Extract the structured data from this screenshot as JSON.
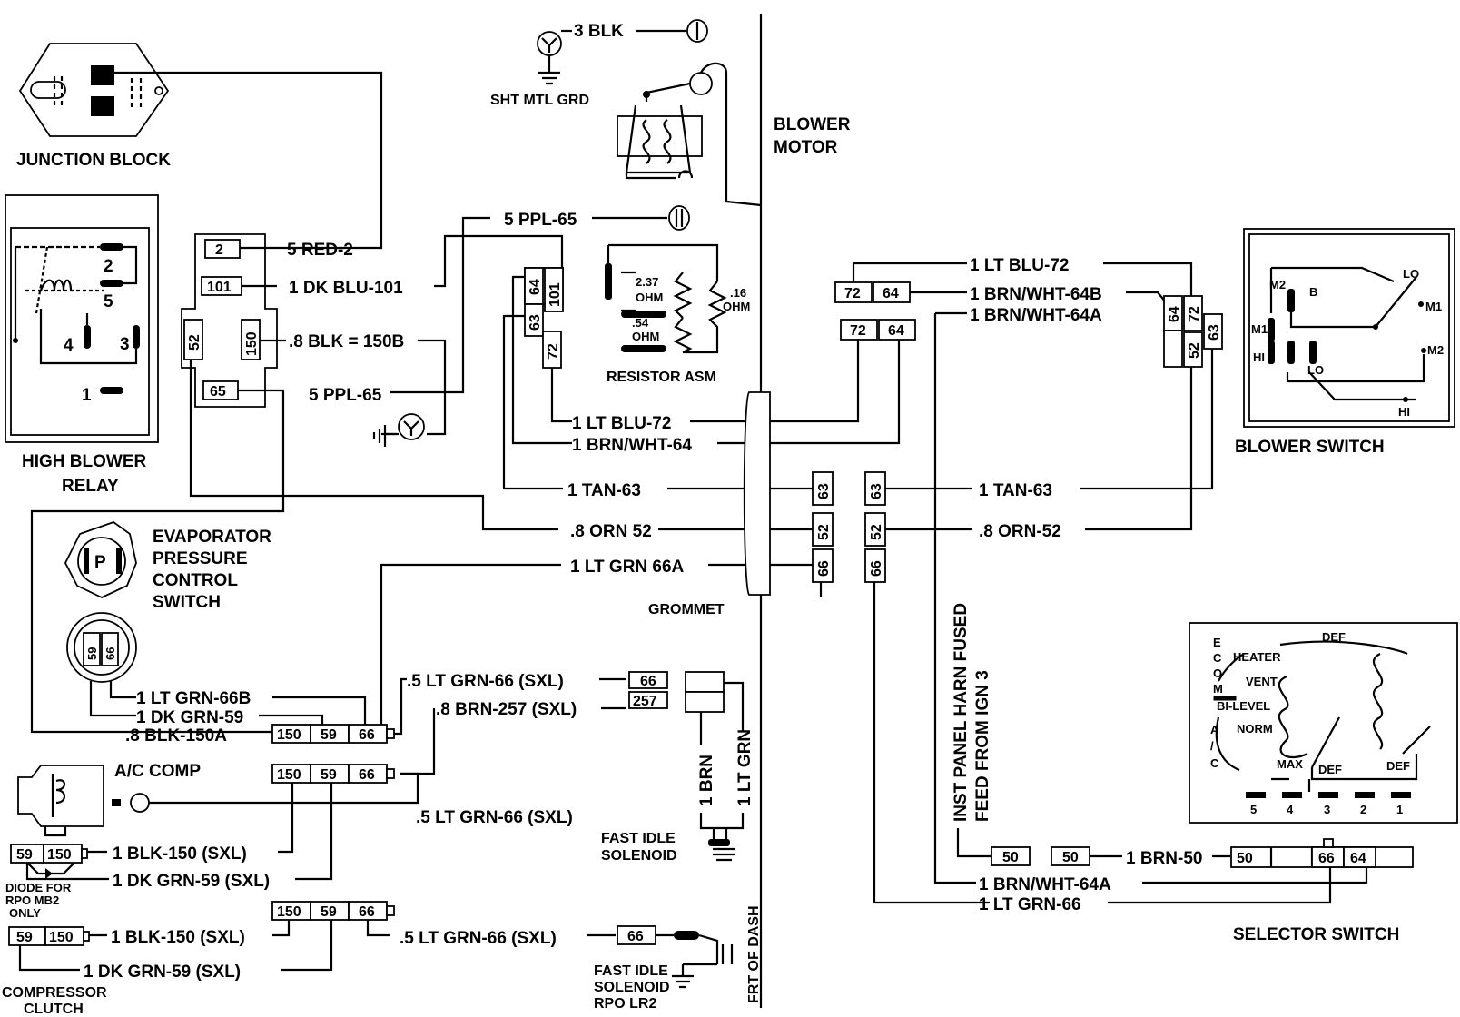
{
  "components": {
    "junction_block": "JUNCTION BLOCK",
    "high_blower_relay_1": "HIGH BLOWER",
    "high_blower_relay_2": "RELAY",
    "relay_pins": [
      "2",
      "5",
      "4",
      "3",
      "1"
    ],
    "sht_mtl_grd": "SHT MTL GRD",
    "blower_motor_1": "BLOWER",
    "blower_motor_2": "MOTOR",
    "resistor_asm": "RESISTOR ASM",
    "resistor_values": [
      "2.37",
      "OHM",
      ".54",
      "OHM",
      ".16",
      "OHM"
    ],
    "blower_switch": "BLOWER SWITCH",
    "blower_switch_labels": [
      "M2",
      "B",
      "LO",
      "M1",
      "M1",
      "HI",
      "LO",
      "M2",
      "HI"
    ],
    "evap_1": "EVAPORATOR",
    "evap_2": "PRESSURE",
    "evap_3": "CONTROL",
    "evap_4": "SWITCH",
    "evap_p": "P",
    "grommet": "GROMMET",
    "ac_comp": "A/C COMP",
    "diode_1": "DIODE FOR",
    "diode_2": "RPO MB2",
    "diode_3": "ONLY",
    "comp_clutch_1": "COMPRESSOR",
    "comp_clutch_2": "CLUTCH",
    "fast_idle_1": "FAST IDLE",
    "fast_idle_2": "SOLENOID",
    "fast_idle_lr2_1": "FAST IDLE",
    "fast_idle_lr2_2": "SOLENOID",
    "fast_idle_lr2_3": "RPO LR2",
    "frt_of_dash": "FRT OF DASH",
    "inst_panel_1": "INST PANEL HARN FUSED",
    "inst_panel_2": "FEED FROM IGN 3",
    "selector_switch": "SELECTOR SWITCH",
    "selector_econ": [
      "E",
      "C",
      "O",
      "M"
    ],
    "selector_ac": [
      "A",
      "/",
      "C"
    ],
    "selector_modes": [
      "HEATER",
      "VENT",
      "BI-LEVEL",
      "NORM",
      "MAX",
      "DEF",
      "DEF",
      "DEF"
    ],
    "selector_pins": [
      "5",
      "4",
      "3",
      "2",
      "1"
    ]
  },
  "wires": {
    "blk3": "3 BLK",
    "red2": "5 RED-2",
    "dkblu101": "1 DK BLU-101",
    "blk150b": ".8 BLK = 150B",
    "ppl65_top": "5 PPL-65",
    "ppl65_bot": "5 PPL-65",
    "ltblu72_left": "1 LT BLU-72",
    "brnwht64_left": "1 BRN/WHT-64",
    "tan63_left": "1  TAN-63",
    "orn52_left": ".8  ORN 52",
    "ltgrn66a": "1 LT GRN 66A",
    "ltblu72_right": "1  LT BLU-72",
    "brnwht64b": "1 BRN/WHT-64B",
    "brnwht64a_top": "1 BRN/WHT-64A",
    "tan63_right": "1  TAN-63",
    "orn52_right": ".8  ORN-52",
    "ltgrn66b": "1 LT GRN-66B",
    "dkgrn59": "1 DK GRN-59",
    "blk150a": ".8 BLK-150A",
    "ltgrn66_sxl_1": ".5 LT GRN-66 (SXL)",
    "brn257_sxl": ".8 BRN-257 (SXL)",
    "ltgrn66_sxl_2": ".5 LT GRN-66 (SXL)",
    "blk150_sxl_1": "1 BLK-150 (SXL)",
    "dkgrn59_sxl_1": "1 DK GRN-59 (SXL)",
    "blk150_sxl_2": "1 BLK-150 (SXL)",
    "dkgrn59_sxl_2": "1 DK GRN-59 (SXL)",
    "ltgrn66_sxl_3": ".5 LT GRN-66 (SXL)",
    "brn1": "1 BRN",
    "ltgrn1": "1 LT GRN",
    "brn50": "1  BRN-50",
    "brnwht64a_bot": "1 BRN/WHT-64A",
    "ltgrn66_bot": "1  LT GRN-66"
  },
  "connectors": {
    "jb_2": "2",
    "jb_101": "101",
    "jb_52": "52",
    "jb_150": "150",
    "jb_65": "65",
    "res_64": "64",
    "res_101": "101",
    "res_63": "63",
    "res_72": "72",
    "mid_72a": "72",
    "mid_64a": "64",
    "mid_72b": "72",
    "mid_64b": "64",
    "bs_64": "64",
    "bs_72": "72",
    "bs_52": "52",
    "bs_63": "63",
    "gL_63": "63",
    "gL_52": "52",
    "gL_66": "66",
    "gR_63": "63",
    "gR_52": "52",
    "gR_66": "66",
    "ev_59": "59",
    "ev_66": "66",
    "c1_150": "150",
    "c1_59": "59",
    "c1_66": "66",
    "c2_150": "150",
    "c2_59": "59",
    "c2_66": "66",
    "c3_150": "150",
    "c3_59": "59",
    "c3_66": "66",
    "fi_66": "66",
    "fi_257": "257",
    "d_59": "59",
    "d_150": "150",
    "cc_59": "59",
    "cc_150": "150",
    "lr2_66": "66",
    "ip_50": "50",
    "ss_50": "50",
    "ss_strip_50": "50",
    "ss_strip_66": "66",
    "ss_strip_64": "64"
  }
}
